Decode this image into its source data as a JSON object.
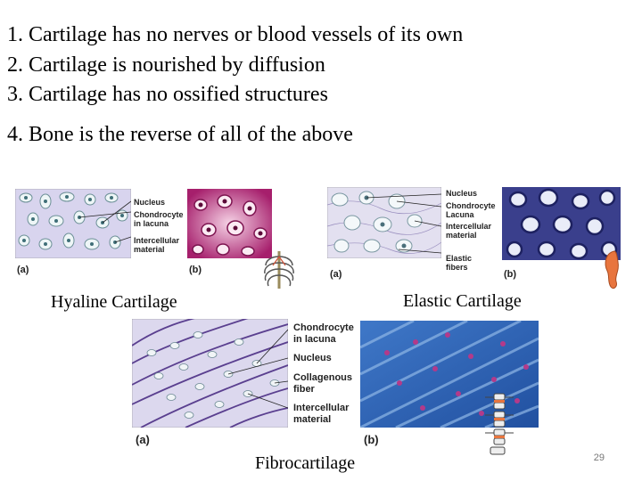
{
  "bullets": [
    "1. Cartilage has no nerves or blood vessels of its own",
    "2. Cartilage is nourished by diffusion",
    "3. Cartilage has no ossified structures",
    "4. Bone is the reverse of all of the above"
  ],
  "hyaline": {
    "caption": "Hyaline Cartilage",
    "labels": [
      "Nucleus",
      "Chondrocyte",
      "in lacuna",
      "Intercellular",
      "material"
    ],
    "panel_a": "(a)",
    "panel_b": "(b)"
  },
  "elastic": {
    "caption": "Elastic Cartilage",
    "labels": [
      "Nucleus",
      "Chondrocyte",
      "Lacuna",
      "Intercellular",
      "material",
      "Elastic",
      "fibers"
    ],
    "panel_a": "(a)",
    "panel_b": "(b)"
  },
  "fibro": {
    "caption": "Fibrocartilage",
    "labels": [
      "Chondrocyte",
      "in lacuna",
      "Nucleus",
      "Collagenous",
      "fiber",
      "Intercellular",
      "material"
    ],
    "panel_a": "(a)",
    "panel_b": "(b)"
  },
  "page_number": "29",
  "colors": {
    "hyaline_drawing": "#d8d4ee",
    "hyaline_stain": "#b8307e",
    "elastic_drawing": "#e3e0f0",
    "elastic_stain": "#3a3f8c",
    "fibro_drawing": "#dcd8ee",
    "fibro_stain": "#2f63b8"
  }
}
